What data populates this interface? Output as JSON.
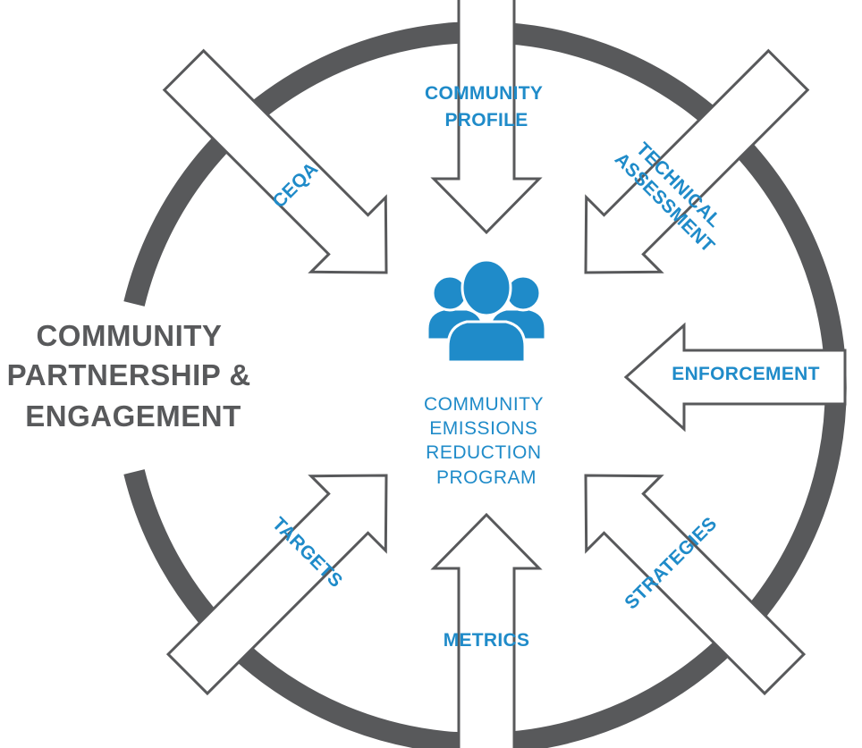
{
  "colors": {
    "ring": "#58595b",
    "accent": "#1f8bc9",
    "outline": "#58595b",
    "background": "#ffffff"
  },
  "outer_label": [
    "COMMUNITY",
    "PARTNERSHIP &",
    "ENGAGEMENT"
  ],
  "center": {
    "icon": "community-people-icon",
    "label": [
      "COMMUNITY",
      "EMISSIONS",
      "REDUCTION",
      "PROGRAM"
    ]
  },
  "arrows": {
    "community_profile": [
      "COMMUNITY",
      "PROFILE"
    ],
    "technical_assessment": [
      "TECHNICAL",
      "ASSESSMENT"
    ],
    "enforcement": "ENFORCEMENT",
    "strategies": "STRATEGIES",
    "metrics": "METRICS",
    "targets": "TARGETS",
    "ceqa": "CEQA"
  }
}
